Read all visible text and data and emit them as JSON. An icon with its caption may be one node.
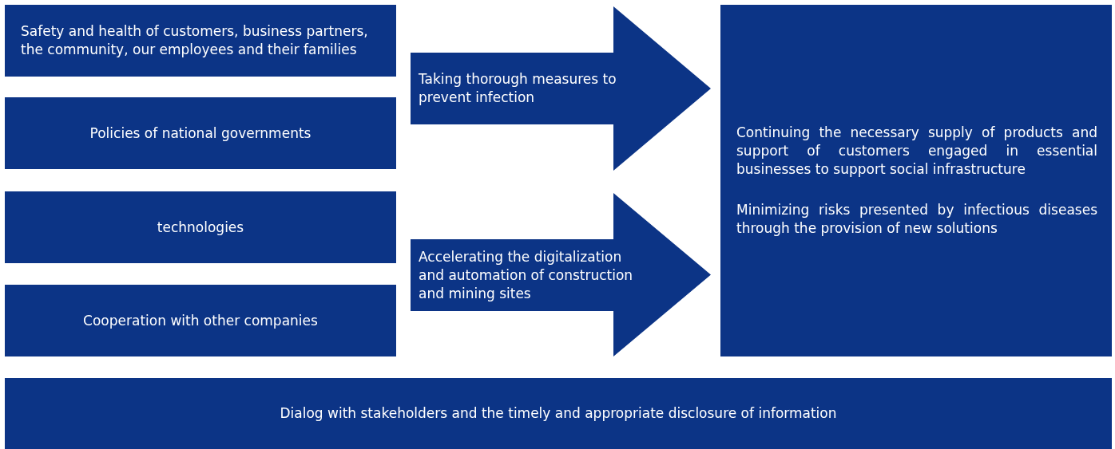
{
  "diagram": {
    "nodes": [
      {
        "text": [
          "Safety and health of customers, business partners, the community, our employees and their families"
        ]
      },
      {
        "text": [
          "Policies of national governments"
        ]
      },
      {
        "text": [
          "technologies"
        ]
      },
      {
        "text": [
          "Cooperation with other companies"
        ]
      },
      {
        "text": [
          "Taking thorough measures to prevent infection"
        ]
      },
      {
        "text": [
          "Accelerating the digitalization and automation of construction and mining sites"
        ]
      },
      {
        "text": [
          "Continuing the necessary supply of products and support of customers engaged in essential businesses to support social infrastructure",
          "Minimizing risks presented by infectious diseases through the provision of new solutions"
        ]
      },
      {
        "text": [
          "Dialog with stakeholders and the timely and appropriate disclosure of information"
        ]
      }
    ]
  }
}
